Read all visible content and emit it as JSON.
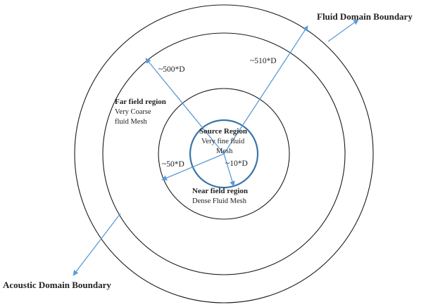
{
  "labels": {
    "fluid_domain_boundary": "Fluid Domain Boundary",
    "acoustic_domain_boundary": "Acoustic Domain Boundary",
    "far_field_title": "Far field region",
    "far_field_line1": "Very Coarse",
    "far_field_line2": "fluid Mesh",
    "source_title": "Source Region",
    "source_line1": "Very fine fluid",
    "source_line2": "Mesh",
    "near_field_title": "Near field region",
    "near_field_line1": "Dense Fluid Mesh",
    "dim_500D": "~500*D",
    "dim_510D": "~510*D",
    "dim_50D": "~50*D",
    "dim_10D": "~10*D"
  },
  "colors": {
    "circle_stroke": "#1a1a1a",
    "source_circle_stroke": "#3a75a8",
    "arrow": "#5b9bd5"
  }
}
